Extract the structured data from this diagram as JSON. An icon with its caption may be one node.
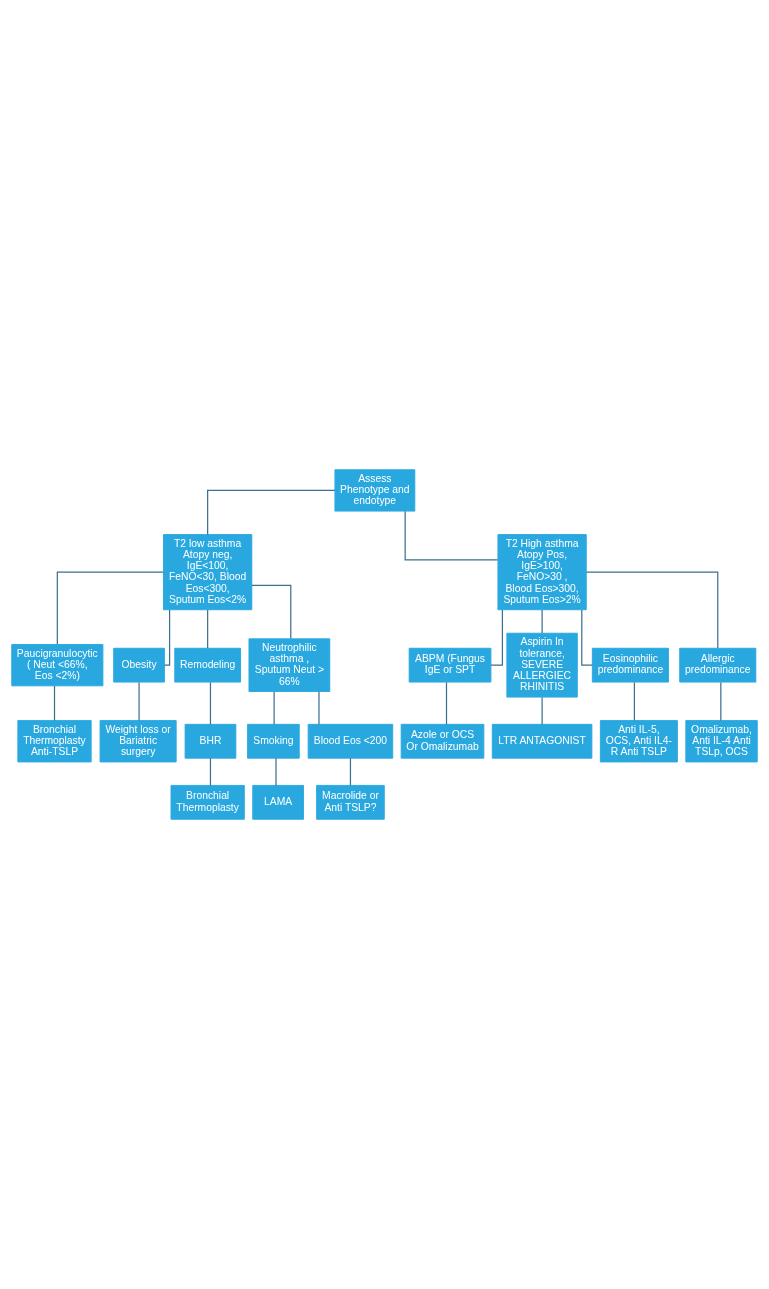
{
  "diagram": {
    "nodes": [
      {
        "text": [
          "Assess Phenotype and endotype"
        ]
      },
      {
        "text": [
          "T2 low asthma Atopy neg, IgE<100, FeNO<30, Blood Eos<300, Sputum Eos<2%"
        ]
      },
      {
        "text": [
          "T2 High asthma Atopy Pos, IgE>100, FeNO>30 , Blood Eos>300, Sputum Eos>2%"
        ]
      },
      {
        "text": [
          "Paucigranulocytic ( Neut <66%, Eos <2%)"
        ]
      },
      {
        "text": [
          "Obesity"
        ]
      },
      {
        "text": [
          "Remodeling"
        ]
      },
      {
        "text": [
          "Neutrophilic asthma , Sputum Neut > 66%"
        ]
      },
      {
        "text": [
          "ABPM (Fungus IgE or SPT"
        ]
      },
      {
        "text": [
          "Aspirin In tolerance, SEVERE ALLERGIEC RHINITIS"
        ]
      },
      {
        "text": [
          "Eosinophilic predominance"
        ]
      },
      {
        "text": [
          "Allergic predominance"
        ]
      },
      {
        "text": [
          "Bronchial Thermoplasty",
          "Anti-TSLP"
        ]
      },
      {
        "text": [
          "Weight loss or Bariatric surgery"
        ]
      },
      {
        "text": [
          "BHR"
        ]
      },
      {
        "text": [
          "Smoking"
        ]
      },
      {
        "text": [
          "Blood Eos <200"
        ]
      },
      {
        "text": [
          "Azole or OCS Or Omalizumab"
        ]
      },
      {
        "text": [
          "LTR ANTAGONIST"
        ]
      },
      {
        "text": [
          "Anti IL-5, OCS, Anti IL4- R Anti TSLP"
        ]
      },
      {
        "text": [
          "Omalizumab, Anti IL-4 Anti TSLp, OCS"
        ]
      },
      {
        "text": [
          "Bronchial Thermoplasty"
        ]
      },
      {
        "text": [
          "LAMA"
        ]
      },
      {
        "text": [
          "Macrolide or Anti TSLP?"
        ]
      }
    ],
    "edges": [
      {
        "from": 0,
        "to": 1,
        "arrow": "none"
      },
      {
        "from": 0,
        "to": 2,
        "arrow": "none"
      },
      {
        "from": 1,
        "to": 3,
        "arrow": "none"
      },
      {
        "from": 1,
        "to": 4,
        "arrow": "none"
      },
      {
        "from": 1,
        "to": 5,
        "arrow": "none"
      },
      {
        "from": 1,
        "to": 6,
        "arrow": "none"
      },
      {
        "from": 2,
        "to": 7,
        "arrow": "none"
      },
      {
        "from": 2,
        "to": 8,
        "arrow": "none"
      },
      {
        "from": 2,
        "to": 9,
        "arrow": "none"
      },
      {
        "from": 2,
        "to": 10,
        "arrow": "none"
      },
      {
        "from": 3,
        "to": 11,
        "arrow": "none"
      },
      {
        "from": 4,
        "to": 12,
        "arrow": "none"
      },
      {
        "from": 5,
        "to": 13,
        "arrow": "none"
      },
      {
        "from": 6,
        "to": 14,
        "arrow": "none"
      },
      {
        "from": 6,
        "to": 15,
        "arrow": "none"
      },
      {
        "from": 7,
        "to": 16,
        "arrow": "none"
      },
      {
        "from": 8,
        "to": 17,
        "arrow": "none"
      },
      {
        "from": 9,
        "to": 18,
        "arrow": "none"
      },
      {
        "from": 10,
        "to": 19,
        "arrow": "none"
      },
      {
        "from": 13,
        "to": 20,
        "arrow": "none"
      },
      {
        "from": 14,
        "to": 21,
        "arrow": "none"
      },
      {
        "from": 15,
        "to": 22,
        "arrow": "none"
      }
    ]
  }
}
